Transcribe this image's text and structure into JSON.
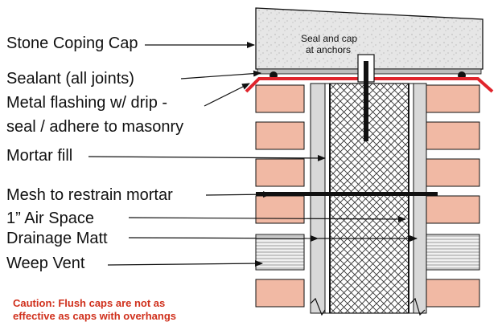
{
  "labels": {
    "coping": "Stone Coping Cap",
    "sealant": "Sealant (all joints)",
    "flashing_1": "Metal flashing w/ drip -",
    "flashing_2": "seal / adhere to masonry",
    "mortar": "Mortar fill",
    "mesh": "Mesh to restrain mortar",
    "air": "1”  Air Space",
    "drainage": "Drainage Matt",
    "weep": "Weep Vent"
  },
  "callout": {
    "line1": "Seal and cap",
    "line2": "at anchors"
  },
  "caution": {
    "line1": "Caution: Flush caps are not as",
    "line2": "effective as caps with overhangs",
    "color": "#d0301c"
  },
  "colors": {
    "flashing": "#e0242c",
    "brick": "#f1b9a4",
    "coping": "#e8e8e8",
    "cavity": "#d8d8d8"
  },
  "icons": {
    "hatch": "crosshatch-pattern",
    "weep": "horizontal-line-pattern"
  }
}
